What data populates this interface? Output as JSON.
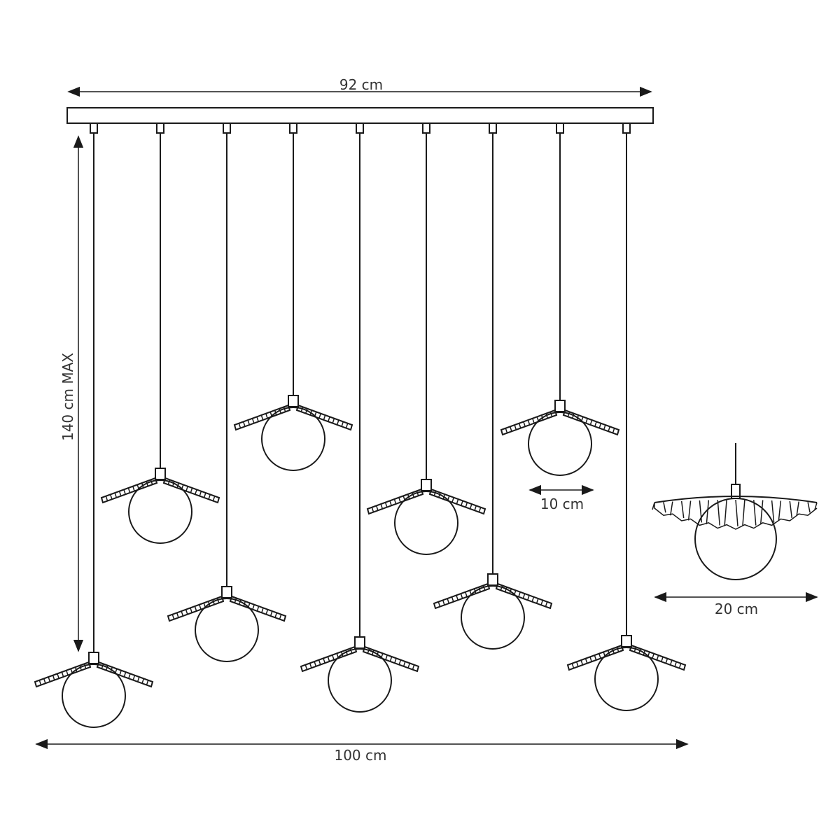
{
  "dimensions": {
    "canopy_width": "92 cm",
    "total_width": "100 cm",
    "max_height": "140 cm MAX",
    "globe_diameter": "10 cm",
    "shade_diameter": "20 cm"
  },
  "pendants": [
    {
      "id": 1
    },
    {
      "id": 2
    },
    {
      "id": 3
    },
    {
      "id": 4
    },
    {
      "id": 5
    },
    {
      "id": 6
    },
    {
      "id": 7
    },
    {
      "id": 8
    },
    {
      "id": 9
    }
  ]
}
